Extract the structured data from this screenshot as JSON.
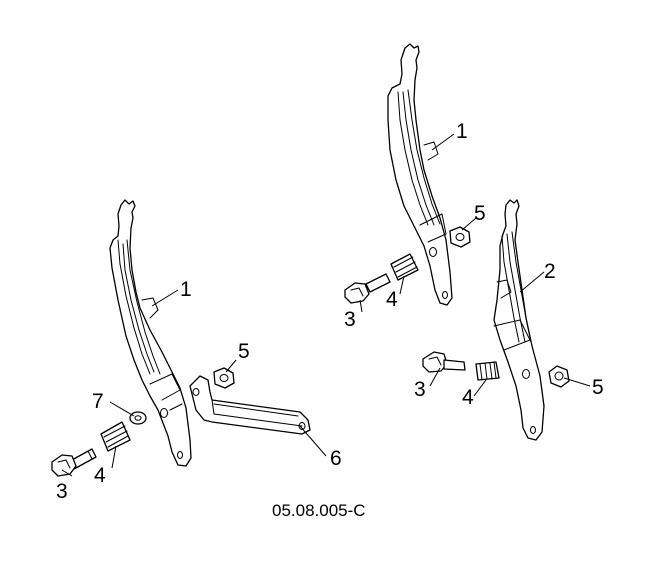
{
  "callouts": {
    "left_bracket": "1",
    "left_washer": "7",
    "left_bolt": "3",
    "left_spring": "4",
    "left_nut": "5",
    "left_link": "6",
    "right_top_bracket": "1",
    "right_top_nut": "5",
    "right_top_spring": "4",
    "right_top_bolt": "3",
    "right_bracket": "2",
    "right_bolt": "3",
    "right_spring": "4",
    "right_nut": "5"
  },
  "drawing_code": "05.08.005-C"
}
